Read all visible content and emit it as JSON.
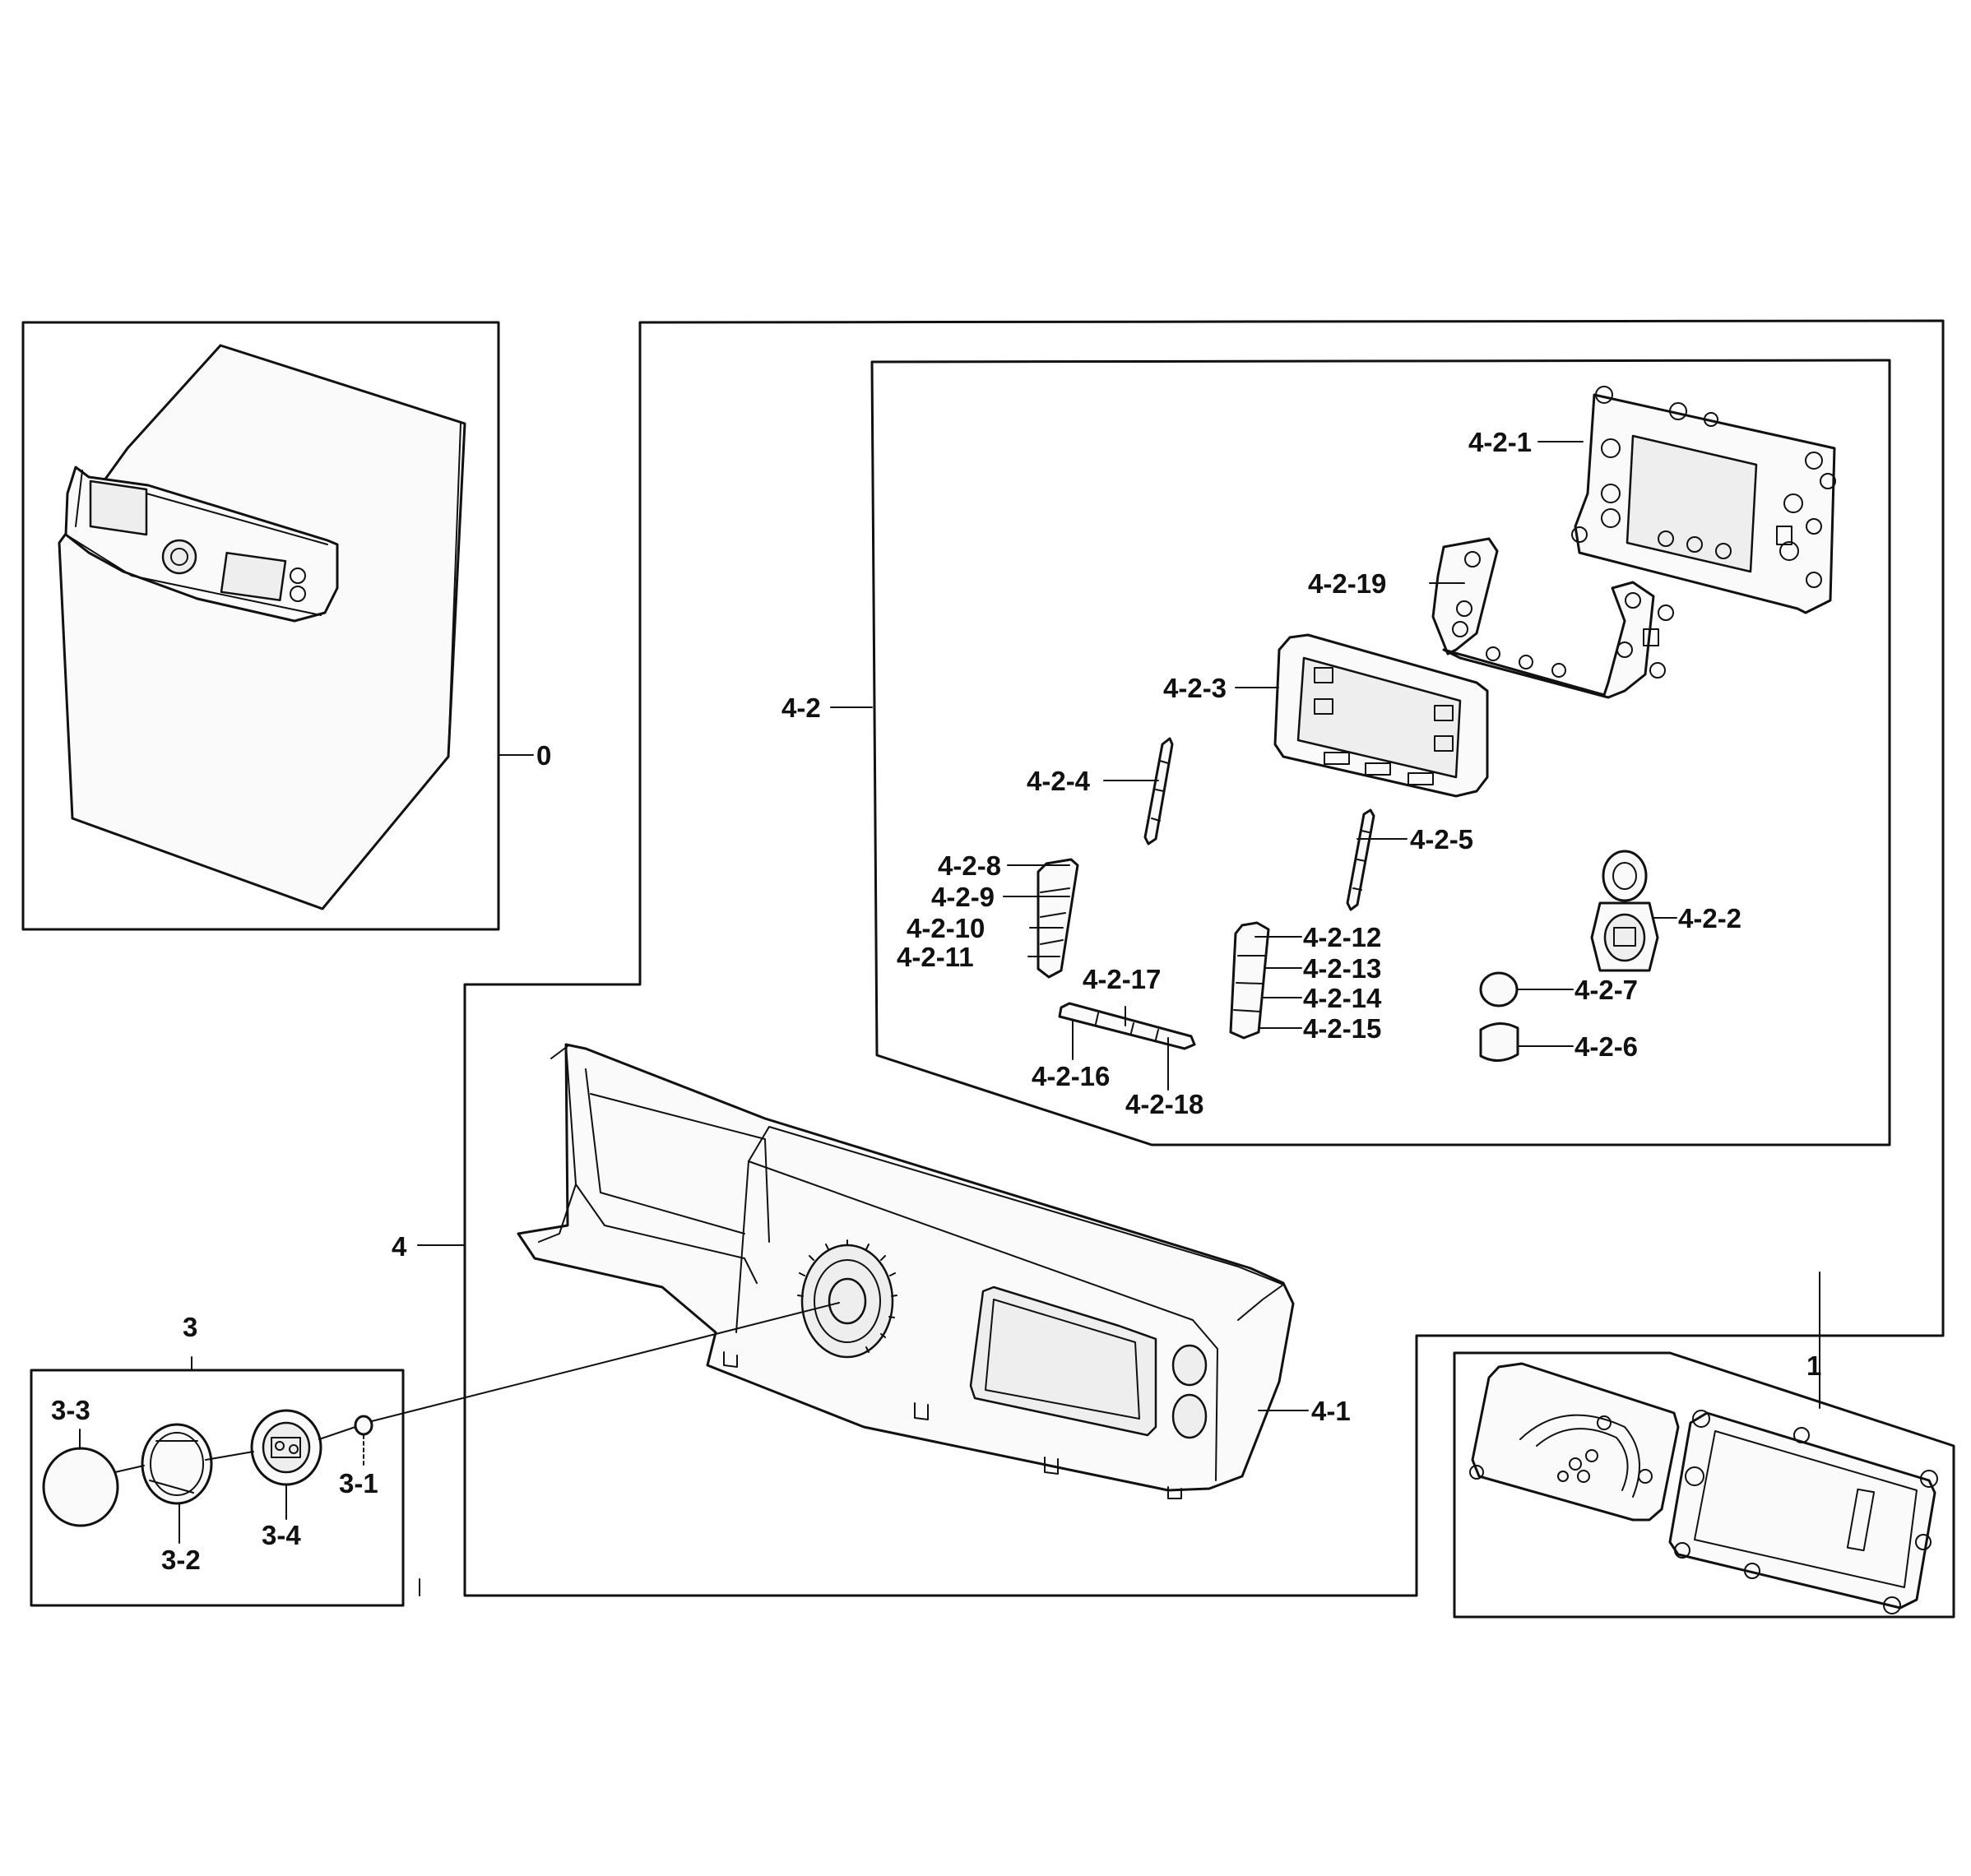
{
  "labels": {
    "l0": "0",
    "l1": "1",
    "l3": "3",
    "l3_1": "3-1",
    "l3_2": "3-2",
    "l3_3": "3-3",
    "l3_4": "3-4",
    "l4": "4",
    "l4_1": "4-1",
    "l4_2": "4-2",
    "l4_2_1": "4-2-1",
    "l4_2_2": "4-2-2",
    "l4_2_3": "4-2-3",
    "l4_2_4": "4-2-4",
    "l4_2_5": "4-2-5",
    "l4_2_6": "4-2-6",
    "l4_2_7": "4-2-7",
    "l4_2_8": "4-2-8",
    "l4_2_9": "4-2-9",
    "l4_2_10": "4-2-10",
    "l4_2_11": "4-2-11",
    "l4_2_12": "4-2-12",
    "l4_2_13": "4-2-13",
    "l4_2_14": "4-2-14",
    "l4_2_15": "4-2-15",
    "l4_2_16": "4-2-16",
    "l4_2_17": "4-2-17",
    "l4_2_18": "4-2-18",
    "l4_2_19": "4-2-19"
  }
}
